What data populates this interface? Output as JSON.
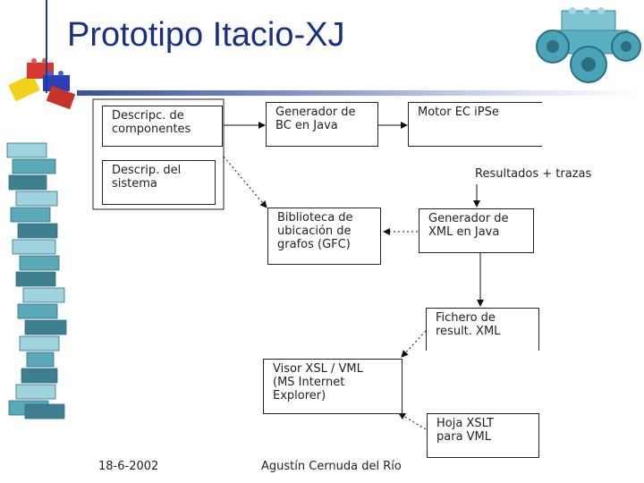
{
  "title": "Prototipo Itacio-XJ",
  "diagram": {
    "descr_componentes": "Descripc. de\ncomponentes",
    "descr_sistema": "Descrip. del\nsistema",
    "generador_bc": "Generador de\nBC en Java",
    "motor": "Motor EC iPSe",
    "resultados": "Resultados + trazas",
    "biblioteca": "Biblioteca de\nubicación de\ngrafos (GFC)",
    "generador_xml": "Generador de\nXML en Java",
    "fichero": "Fichero de\nresult. XML",
    "visor": "Visor XSL / VML\n(MS Internet\nExplorer)",
    "hoja": "Hoja XSLT\npara VML"
  },
  "footer": {
    "date": "18-6-2002",
    "author": "Agustín Cernuda del Río"
  }
}
